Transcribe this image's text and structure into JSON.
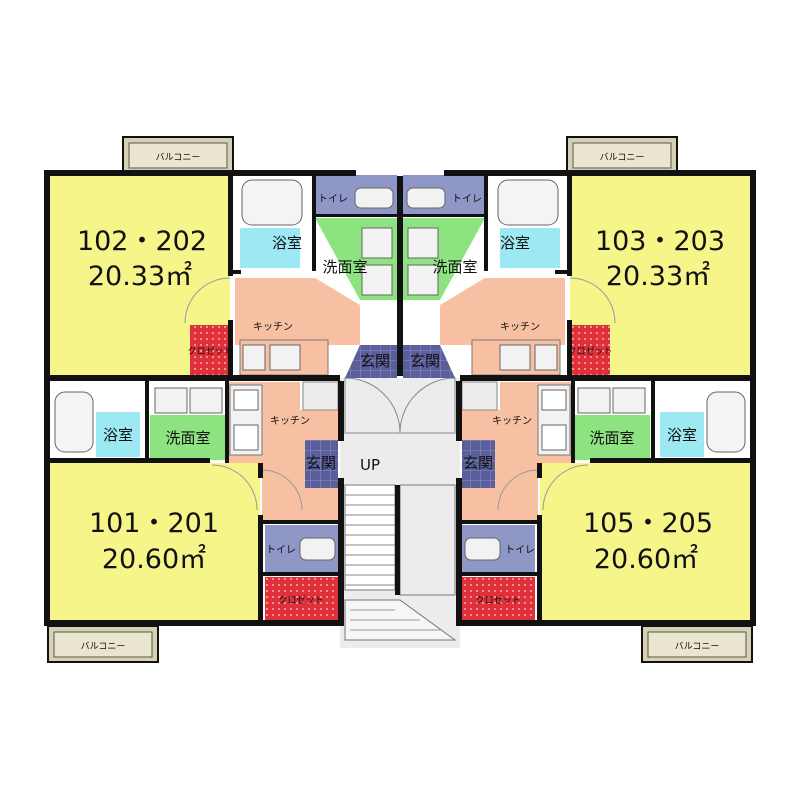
{
  "units": {
    "u102": {
      "number": "102・202",
      "area": "20.33㎡"
    },
    "u103": {
      "number": "103・203",
      "area": "20.33㎡"
    },
    "u101": {
      "number": "101・201",
      "area": "20.60㎡"
    },
    "u105": {
      "number": "105・205",
      "area": "20.60㎡"
    }
  },
  "labels": {
    "balcony": "バルコニー",
    "bath": "浴室",
    "washroom": "洗面室",
    "toilet": "トイレ",
    "kitchen": "キッチン",
    "entrance": "玄関",
    "closet": "クロゼット",
    "up": "UP"
  },
  "colors": {
    "room": "#f6f58a",
    "wet": "#9ce8f3",
    "wash": "#8de37f",
    "kitchen": "#f7c0a2",
    "entry": "#5a5e9a",
    "toilet": "#8f97c6",
    "closet": "#e0303a",
    "balcony": "#d6d1b2",
    "hall": "#ececec",
    "wall": "#111111"
  }
}
